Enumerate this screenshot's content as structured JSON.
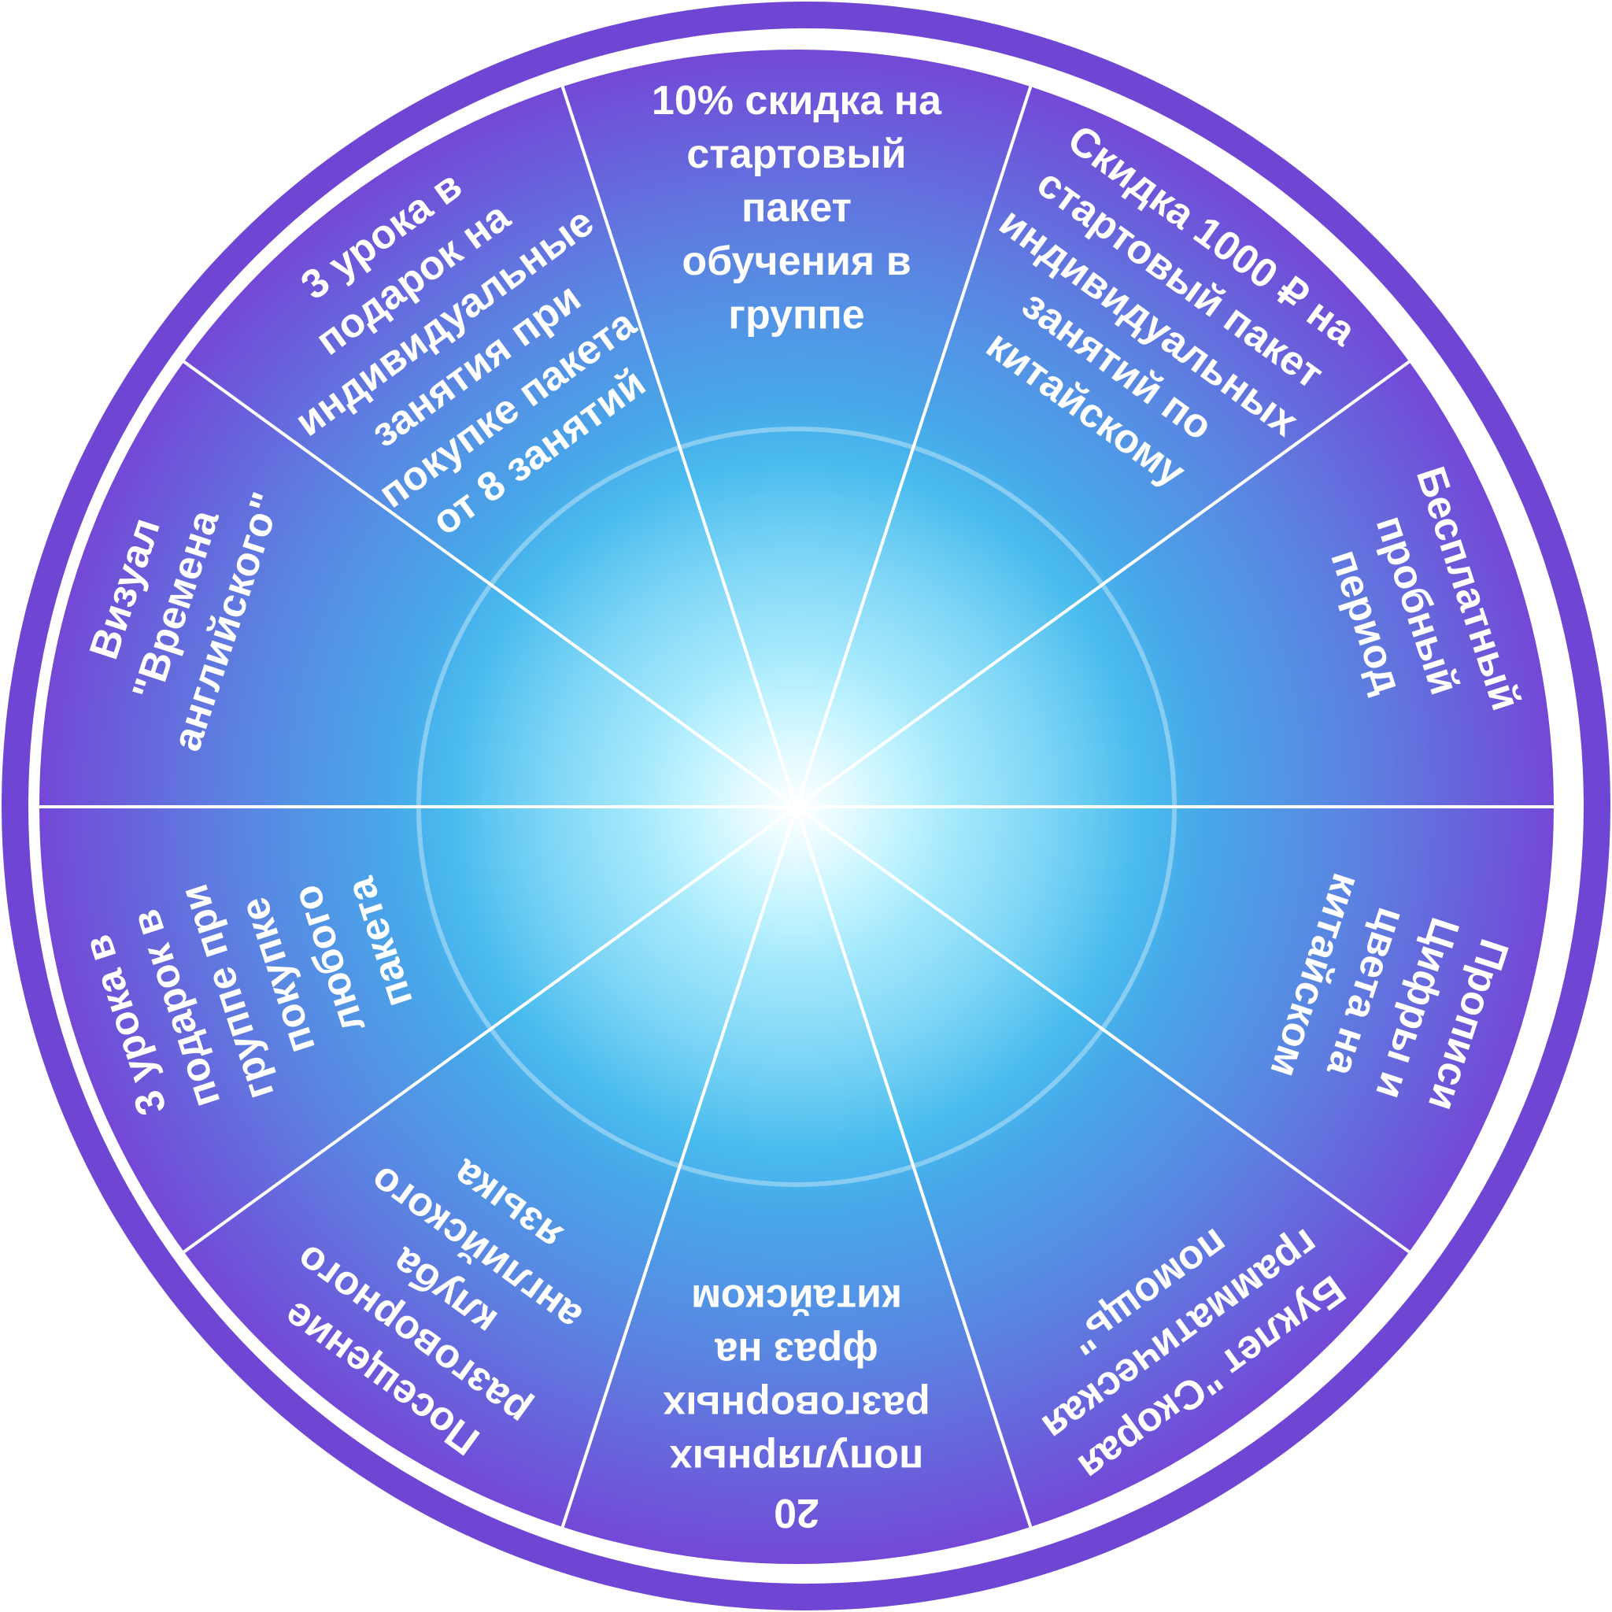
{
  "wheel": {
    "colors": {
      "ring": "#6f45d3",
      "sector_outer": "#7446d6",
      "sector_mid": "#5f7fe0",
      "center_glow": "#bff4ff",
      "spoke": "#ffffff"
    },
    "sectors": [
      {
        "lines": [
          "10% скидка на",
          "стартовый",
          "пакет",
          "обучения в",
          "группе"
        ]
      },
      {
        "lines": [
          "Скидка 1000 ₽ на",
          "стартовый пакет",
          "индивидуальных",
          "занятий по",
          "китайскому"
        ]
      },
      {
        "lines": [
          "Бесплатный",
          "пробный",
          "период"
        ]
      },
      {
        "lines": [
          "Прописи",
          "Цифры и",
          "цвета на",
          "китайском"
        ]
      },
      {
        "lines": [
          "Буклет \"Скорая",
          "грамматическая",
          "помощь\""
        ]
      },
      {
        "lines": [
          "20",
          "популярных",
          "разговорных",
          "фраз на",
          "китайском"
        ]
      },
      {
        "lines": [
          "Посещение",
          "разговорного",
          "клуба",
          "английского",
          "языка"
        ]
      },
      {
        "lines": [
          "3 урока в",
          "подарок в",
          "группе при",
          "покупке",
          "любого",
          "пакета"
        ]
      },
      {
        "lines": [
          "Визуал",
          "\"Времена",
          "английского\""
        ]
      },
      {
        "lines": [
          "3 урока в",
          "подарок на",
          "индивидуальные",
          "занятия при",
          "покупке пакета",
          "от 8 занятий"
        ]
      }
    ]
  }
}
